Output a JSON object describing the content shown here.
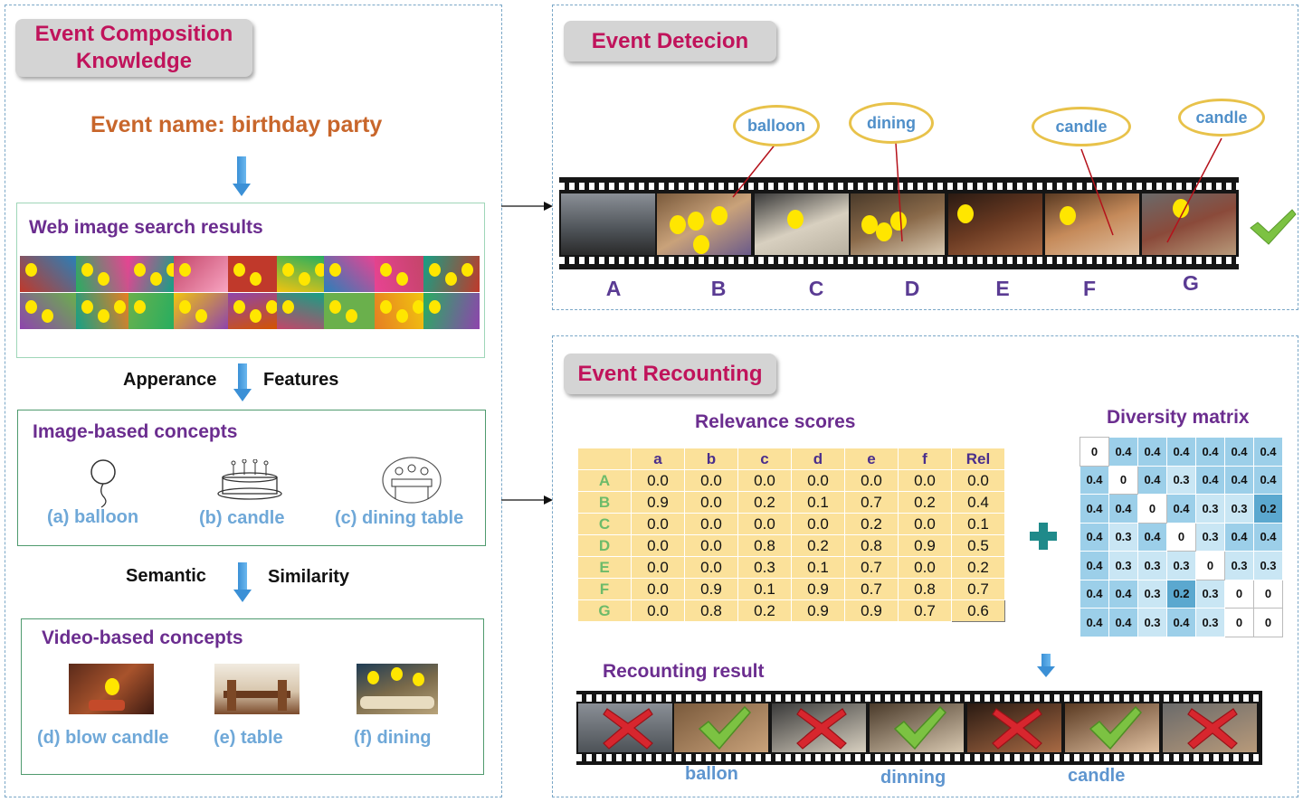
{
  "left": {
    "title": "Event Composition Knowledge",
    "event_label": "Event name:  birthday party",
    "web_title": "Web image search results",
    "appearance_left": "Apperance",
    "appearance_right": "Features",
    "image_title": "Image-based  concepts",
    "image_concepts": [
      "(a) balloon",
      "(b) candle",
      "(c) dining table"
    ],
    "semantic_left": "Semantic",
    "semantic_right": "Similarity",
    "video_title": "Video-based concepts",
    "video_concepts": [
      "(d) blow candle",
      "(e) table",
      "(f) dining"
    ]
  },
  "detection": {
    "title": "Event Detecion",
    "frames": [
      "A",
      "B",
      "C",
      "D",
      "E",
      "F",
      "G"
    ],
    "ovals": [
      "balloon",
      "dining",
      "candle",
      "candle"
    ]
  },
  "recounting": {
    "title": "Event Recounting",
    "relevance_title": "Relevance scores",
    "columns": [
      "a",
      "b",
      "c",
      "d",
      "e",
      "f",
      "Rel"
    ],
    "rows": [
      {
        "label": "A",
        "values": [
          "0.0",
          "0.0",
          "0.0",
          "0.0",
          "0.0",
          "0.0",
          "0.0"
        ]
      },
      {
        "label": "B",
        "values": [
          "0.9",
          "0.0",
          "0.2",
          "0.1",
          "0.7",
          "0.2",
          "0.4"
        ]
      },
      {
        "label": "C",
        "values": [
          "0.0",
          "0.0",
          "0.0",
          "0.0",
          "0.2",
          "0.0",
          "0.1"
        ]
      },
      {
        "label": "D",
        "values": [
          "0.0",
          "0.0",
          "0.8",
          "0.2",
          "0.8",
          "0.9",
          "0.5"
        ]
      },
      {
        "label": "E",
        "values": [
          "0.0",
          "0.0",
          "0.3",
          "0.1",
          "0.7",
          "0.0",
          "0.2"
        ]
      },
      {
        "label": "F",
        "values": [
          "0.0",
          "0.9",
          "0.1",
          "0.9",
          "0.7",
          "0.8",
          "0.7"
        ]
      },
      {
        "label": "G",
        "values": [
          "0.0",
          "0.8",
          "0.2",
          "0.9",
          "0.9",
          "0.7",
          "0.6"
        ]
      }
    ],
    "diversity_title": "Diversity matrix",
    "diversity": [
      [
        "0",
        "0.4",
        "0.4",
        "0.4",
        "0.4",
        "0.4",
        "0.4"
      ],
      [
        "0.4",
        "0",
        "0.4",
        "0.3",
        "0.4",
        "0.4",
        "0.4"
      ],
      [
        "0.4",
        "0.4",
        "0",
        "0.4",
        "0.3",
        "0.3",
        "0.2"
      ],
      [
        "0.4",
        "0.3",
        "0.4",
        "0",
        "0.3",
        "0.4",
        "0.4"
      ],
      [
        "0.4",
        "0.3",
        "0.3",
        "0.3",
        "0",
        "0.3",
        "0.3"
      ],
      [
        "0.4",
        "0.4",
        "0.3",
        "0.2",
        "0.3",
        "0",
        "0"
      ],
      [
        "0.4",
        "0.4",
        "0.3",
        "0.4",
        "0.3",
        "0",
        "0"
      ]
    ],
    "result_title": "Recounting result",
    "result_labels": [
      "ballon",
      "dinning",
      "candle"
    ],
    "result_marks": [
      "cross",
      "check",
      "cross",
      "check",
      "cross",
      "check",
      "cross"
    ]
  },
  "colors": {
    "accent_title": "#c0135b",
    "event_name": "#c8662b",
    "purple": "#6b2d8f",
    "concept_blue": "#6fa8d8",
    "table_yellow": "#fbe19a",
    "check_green": "#7cc242",
    "cross_red": "#d7262e"
  }
}
